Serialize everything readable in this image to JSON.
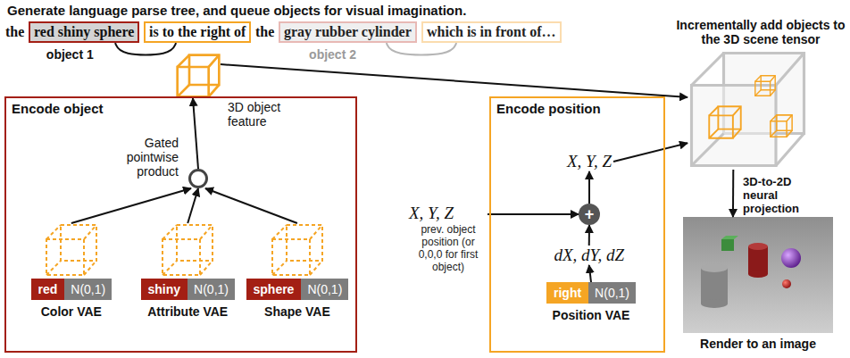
{
  "diagram": {
    "title": "Generate language parse tree, and queue objects for visual imagination.",
    "nodes": [
      {
        "text": [
          "red shiny sphere"
        ]
      },
      {
        "text": [
          "is to the right of"
        ]
      },
      {
        "text": [
          "gray rubber cylinder"
        ]
      },
      {
        "text": [
          "which is in front of…"
        ]
      },
      {
        "text": [
          "Encode object"
        ]
      },
      {
        "text": [
          "3D object feature"
        ],
        "in": 4
      },
      {
        "text": [
          "Gated pointwise product"
        ],
        "in": 4
      },
      {
        "text": [
          "red",
          "N(0,1)",
          "Color VAE"
        ],
        "in": 4
      },
      {
        "text": [
          "shiny",
          "N(0,1)",
          "Attribute VAE"
        ],
        "in": 4
      },
      {
        "text": [
          "sphere",
          "N(0,1)",
          "Shape VAE"
        ],
        "in": 4
      },
      {
        "text": [
          "X, Y, Z",
          "prev. object position (or 0,0,0 for first object)"
        ]
      },
      {
        "text": [
          "Encode position"
        ]
      },
      {
        "text": [
          "X, Y, Z"
        ],
        "in": 11
      },
      {
        "text": [
          "+"
        ],
        "in": 11
      },
      {
        "text": [
          "dX, dY, dZ"
        ],
        "in": 11
      },
      {
        "text": [
          "right",
          "N(0,1)",
          "Position VAE"
        ],
        "in": 11
      },
      {
        "text": [
          "Incrementally add objects to the 3D scene tensor"
        ]
      },
      {
        "text": [
          "Render to an image"
        ]
      }
    ],
    "edges": [
      {
        "from": 0,
        "to": 1,
        "arrow": "none"
      },
      {
        "from": 2,
        "to": 3,
        "arrow": "none"
      },
      {
        "from": 7,
        "to": 6,
        "arrow": "to"
      },
      {
        "from": 8,
        "to": 6,
        "arrow": "to"
      },
      {
        "from": 9,
        "to": 6,
        "arrow": "to"
      },
      {
        "from": 6,
        "to": 5,
        "arrow": "to"
      },
      {
        "from": 5,
        "to": 16,
        "arrow": "to"
      },
      {
        "from": 10,
        "to": 13,
        "arrow": "to"
      },
      {
        "from": 15,
        "to": 14,
        "arrow": "to"
      },
      {
        "from": 14,
        "to": 13,
        "arrow": "to"
      },
      {
        "from": 13,
        "to": 12,
        "arrow": "to"
      },
      {
        "from": 12,
        "to": 16,
        "arrow": "to"
      },
      {
        "from": 16,
        "to": 17,
        "label": "3D-to-2D neural projection",
        "arrow": "to"
      }
    ],
    "labels": [
      "the",
      "the",
      "object 1",
      "object 2"
    ]
  }
}
